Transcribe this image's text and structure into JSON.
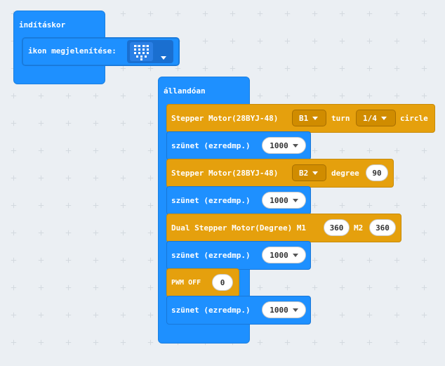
{
  "on_start": {
    "hat_label": "indításkor",
    "show_icon_label": "ikon megjelenítése:",
    "icon": "heart-icon"
  },
  "forever": {
    "hat_label": "állandóan",
    "blocks": [
      {
        "type": "stepper_turn",
        "text": "Stepper Motor(28BYJ-48)",
        "motor": "B1",
        "turn_label": "turn",
        "amount": "1/4",
        "unit": "circle"
      },
      {
        "type": "pause",
        "text": "szünet (ezredmp.)",
        "value": "1000"
      },
      {
        "type": "stepper_degree",
        "text": "Stepper Motor(28BYJ-48)",
        "motor": "B2",
        "degree_label": "degree",
        "value": "90"
      },
      {
        "type": "pause",
        "text": "szünet (ezredmp.)",
        "value": "1000"
      },
      {
        "type": "dual_stepper",
        "text": "Dual Stepper Motor(Degree) M1",
        "m1": "360",
        "m2_label": "M2",
        "m2": "360"
      },
      {
        "type": "pause",
        "text": "szünet (ezredmp.)",
        "value": "1000"
      },
      {
        "type": "pwm_off",
        "text": "PWM OFF",
        "value": "0"
      },
      {
        "type": "pause",
        "text": "szünet (ezredmp.)",
        "value": "1000"
      }
    ]
  },
  "colors": {
    "basic_blue": "#1e90ff",
    "motor_orange": "#e5a00d",
    "workspace": "#ebeff3"
  }
}
